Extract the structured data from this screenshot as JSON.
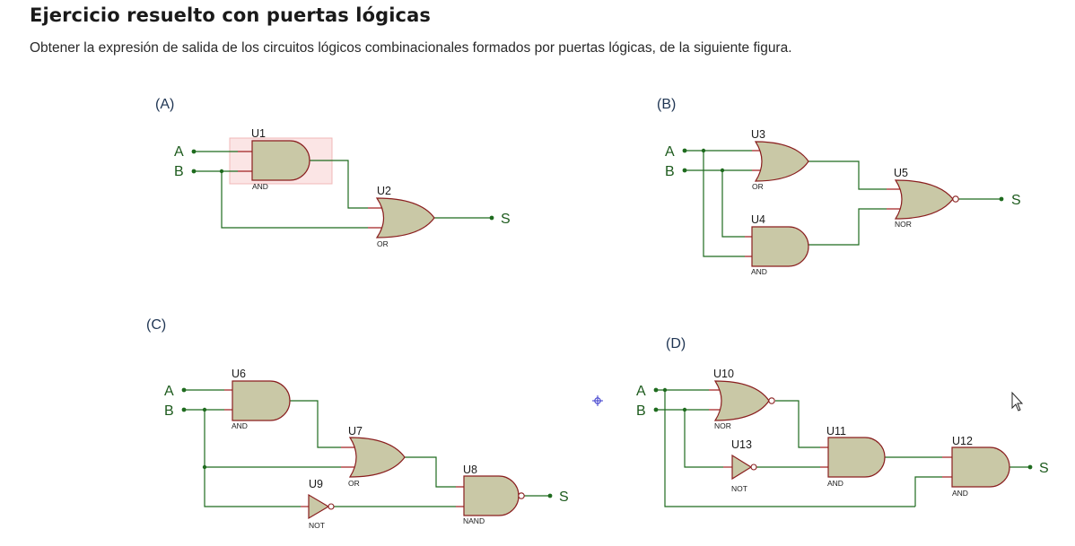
{
  "page": {
    "title": "Ejercicio resuelto con puertas lógicas",
    "subtitle": "Obtener la expresión de salida de los circuitos lógicos combinacionales formados por puertas lógicas, de la siguiente figura."
  },
  "circuits": {
    "A": {
      "label": "(A)",
      "input_a": "A",
      "input_b": "B",
      "output": "S",
      "u1_ref": "U1",
      "u1_type": "AND",
      "u2_ref": "U2",
      "u2_type": "OR"
    },
    "B": {
      "label": "(B)",
      "input_a": "A",
      "input_b": "B",
      "output": "S",
      "u3_ref": "U3",
      "u3_type": "OR",
      "u4_ref": "U4",
      "u4_type": "AND",
      "u5_ref": "U5",
      "u5_type": "NOR"
    },
    "C": {
      "label": "(C)",
      "input_a": "A",
      "input_b": "B",
      "output": "S",
      "u6_ref": "U6",
      "u6_type": "AND",
      "u7_ref": "U7",
      "u7_type": "OR",
      "u8_ref": "U8",
      "u8_type": "NAND",
      "u9_ref": "U9",
      "u9_type": "NOT"
    },
    "D": {
      "label": "(D)",
      "input_a": "A",
      "input_b": "B",
      "output": "S",
      "u10_ref": "U10",
      "u10_type": "NOR",
      "u11_ref": "U11",
      "u11_type": "AND",
      "u12_ref": "U12",
      "u12_type": "AND",
      "u13_ref": "U13",
      "u13_type": "NOT"
    }
  },
  "colors": {
    "gate_fill": "#c9c8a6",
    "gate_outline": "#8a1f1f",
    "wire": "#1e6b1e",
    "selection_highlight": "#f7cfcf"
  },
  "icons": [
    "crosshair-icon",
    "mouse-pointer-icon"
  ]
}
